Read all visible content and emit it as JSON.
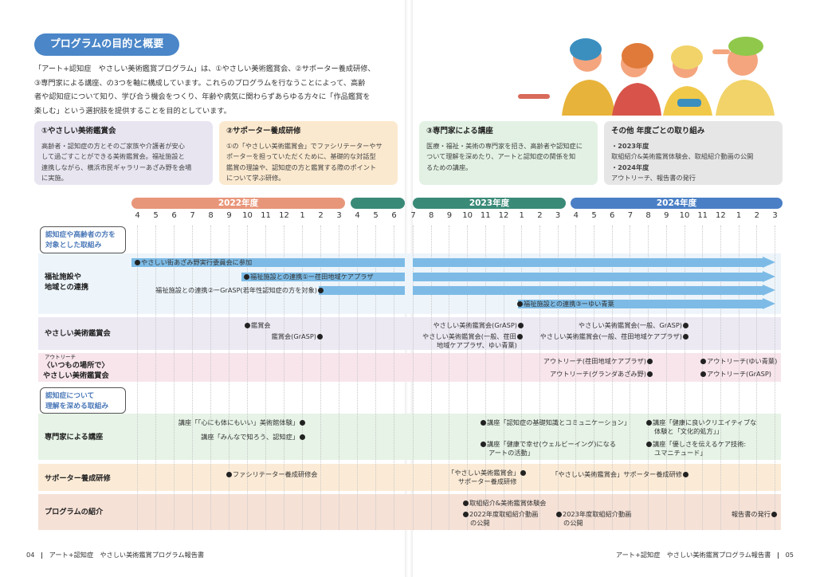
{
  "section_title": "プログラムの目的と概要",
  "intro_lines": [
    "「アート+認知症　やさしい美術鑑賞プログラム」は、①やさしい美術鑑賞会、②サポーター養成研修、",
    "③専門家による講座、の3つを軸に構成しています。これらのプログラムを行なうことによって、高齢",
    "者や認知症について知り、学び合う機会をつくり、年齢や病気に関わらずあらゆる方々に「作品鑑賞を",
    "楽しむ」という選択肢を提供することを目的としています。"
  ],
  "cards": {
    "c1": {
      "title": "①やさしい美術鑑賞会",
      "lines": [
        "高齢者・認知症の方とそのご家族や介護者が安心",
        "して過ごすことができる美術鑑賞会。福祉施設と",
        "連携しながら、横浜市民ギャラリーあざみ野を会場",
        "に実施。"
      ]
    },
    "c2": {
      "title": "②サポーター養成研修",
      "lines": [
        "①の「やさしい美術鑑賞会」でファシリテーターやサ",
        "ポーターを担っていただくために、基礎的な対話型",
        "鑑賞の理論や、認知症の方と鑑賞する際のポイント",
        "について学ぶ研修。"
      ]
    },
    "c3": {
      "title": "③専門家による講座",
      "lines": [
        "医療・福祉・美術の専門家を招き、高齢者や認知症に",
        "ついて理解を深めたり、アートと認知症の関係を知",
        "るための講座。"
      ]
    },
    "c4": {
      "title": "その他 年度ごとの取り組み",
      "lines": [
        "・2023年度",
        "取組紹介&美術鑑賞体験会、取組紹介動画の公開",
        "・2024年度",
        "アウトリーチ、報告書の発行"
      ]
    }
  },
  "years": {
    "y2022": "2022年度",
    "y2023": "2023年度",
    "y2024": "2024年度"
  },
  "months": [
    "4",
    "5",
    "6",
    "7",
    "8",
    "9",
    "10",
    "11",
    "12",
    "1",
    "2",
    "3",
    "4",
    "5",
    "6",
    "7",
    "8",
    "9",
    "10",
    "11",
    "12",
    "1",
    "2",
    "3",
    "4",
    "5",
    "6",
    "7",
    "8",
    "9",
    "10",
    "11",
    "12",
    "1",
    "2",
    "3"
  ],
  "categories": {
    "cat1": [
      "認知症や高齢者の方を",
      "対象とした取組み"
    ],
    "cat2": [
      "認知症について",
      "理解を深める取組み"
    ]
  },
  "row_labels": {
    "welfare": [
      "福祉施設や",
      "地域との連携"
    ],
    "yasashii": [
      "やさしい美術鑑賞会"
    ],
    "outreach_small": "アウトリーチ",
    "outreach": [
      "〈いつもの場所で〉",
      "やさしい美術鑑賞会"
    ],
    "lectures": [
      "専門家による講座"
    ],
    "supporter": [
      "サポーター養成研修"
    ],
    "intro": [
      "プログラムの紹介"
    ]
  },
  "events": {
    "w1": "やさしい街あざみ野実行委員会に参加",
    "w2": "福祉施設との連携①ー荏田地域ケアプラザ",
    "w3": "福祉施設との連携②ーGrASP(若年性認知症の方を対象)",
    "w4": "福祉施設との連携③ーゆい青葉",
    "y1": "鑑賞会",
    "y2": "鑑賞会(GrASP)",
    "y3": "やさしい美術鑑賞会(GrASP)",
    "y4a": "やさしい美術鑑賞会(一般、荏田",
    "y4b": "地域ケアプラザ、ゆい青葉)",
    "y5": "やさしい美術鑑賞会(一般、GrASP)",
    "y6": "やさしい美術鑑賞会(一般、荏田地域ケアプラザ)",
    "o1": "アウトリーチ(荏田地域ケアプラザ)",
    "o2": "アウトリーチ(グランダあざみ野)",
    "o3": "アウトリーチ(ゆい青葉)",
    "o4": "アウトリーチ(GrASP)",
    "l1": "講座「「心にも体にもいい」美術館体験」",
    "l2": "講座「みんなで知ろう、認知症」",
    "l3": "講座「認知症の基礎知識とコミュニケーション」",
    "l4a": "講座「健康で幸せ(ウェルビーイング)になる",
    "l4b": "アートの活動」",
    "l5a": "講座「健康に良いクリエイティブな",
    "l5b": "体験と「文化的処方」」",
    "l6a": "講座「優しさを伝えるケア技術:",
    "l6b": "ユマニチュード」",
    "s1": "ファシリテーター養成研修会",
    "s2a": "「やさしい美術鑑賞会」",
    "s2b": "サポーター養成研修",
    "s3": "「やさしい美術鑑賞会」サポーター養成研修",
    "p1": "取組紹介&美術鑑賞体験会",
    "p2a": "2022年度取組紹介動画",
    "p2b": "の公開",
    "p3a": "2023年度取組紹介動画",
    "p3b": "の公開",
    "p4": "報告書の発行"
  },
  "footer": {
    "left_page": "04",
    "left_title": "アート+認知症　やさしい美術鑑賞プログラム報告書",
    "right_title": "アート+認知症　やさしい美術鑑賞プログラム報告書",
    "right_page": "05"
  },
  "colors": {
    "title_blue": "#4a86c8",
    "year_2022": "#e8967a",
    "year_2023": "#3a8a78",
    "year_2024": "#4a7fc5",
    "bar": "#7dbbe6"
  }
}
